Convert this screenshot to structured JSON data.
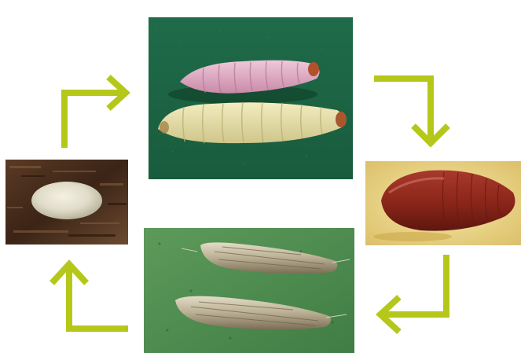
{
  "diagram": {
    "type": "cycle",
    "stages": [
      {
        "id": "egg",
        "icon": "egg-image"
      },
      {
        "id": "larvae",
        "icon": "larvae-image"
      },
      {
        "id": "pupa",
        "icon": "pupa-image"
      },
      {
        "id": "adult-moths",
        "icon": "moth-image"
      }
    ],
    "arrow_color": "#b5c81a",
    "order": [
      "egg",
      "larvae",
      "pupa",
      "adult-moths",
      "egg"
    ]
  }
}
